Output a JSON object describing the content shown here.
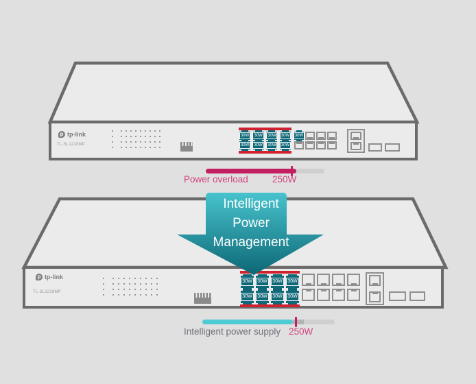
{
  "brand": {
    "name": "tp-link",
    "logo_letter": "p"
  },
  "arrow": {
    "line1": "Intelligent",
    "line2": "Power",
    "line3": "Management"
  },
  "switch_top": {
    "model": "TL-SL1218MP",
    "badge_label": "30W",
    "poe_ports": 8,
    "uplink_poe_ports": 1,
    "gauge": {
      "label": "Power overload",
      "value_label": "250W"
    }
  },
  "switch_bottom": {
    "model": "TL-SL1218MP",
    "badge_label": "30W",
    "poe_ports": 8,
    "uplink_poe_ports": 0,
    "gauge": {
      "label": "Intelligent power supply",
      "value_label": "250W"
    }
  },
  "colors": {
    "background": "#e0e0e0",
    "chassis_fill": "#ebebeb",
    "chassis_border": "#6b6b6b",
    "poe_badge_teal": "#0f6878",
    "highlight_red": "#d0222e",
    "gauge_magenta": "#c21e62",
    "gauge_cyan": "#4fcbd6",
    "pink_text": "#d2437e",
    "gray_text": "#70707a",
    "arrow_gradient_top": "#47c3cd",
    "arrow_gradient_bottom": "#0d6775"
  }
}
